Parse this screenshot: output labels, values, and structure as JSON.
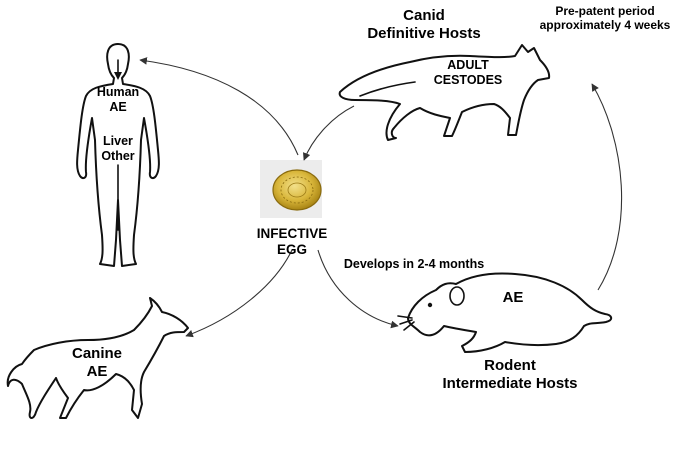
{
  "labels": {
    "canid": [
      "Canid",
      "Definitive Hosts"
    ],
    "pre_patent": [
      "Pre-patent period",
      "approximately 4 weeks"
    ],
    "adult_cestodes": [
      "ADULT",
      "CESTODES"
    ],
    "human": [
      "Human",
      "AE"
    ],
    "liver_other": [
      "Liver",
      "Other"
    ],
    "infective_egg": [
      "INFECTIVE",
      "EGG"
    ],
    "develops": "Develops in 2-4 months",
    "rodent_ae": "AE",
    "rodent": [
      "Rodent",
      "Intermediate Hosts"
    ],
    "canine": [
      "Canine",
      "AE"
    ]
  },
  "colors": {
    "outline": "#111111",
    "arrow": "#333333",
    "egg_outer": "#c9a227",
    "egg_inner": "#e6cc5a"
  },
  "icons": [
    "human-silhouette",
    "fox-silhouette",
    "rodent-silhouette",
    "dog-silhouette",
    "egg-photo"
  ]
}
